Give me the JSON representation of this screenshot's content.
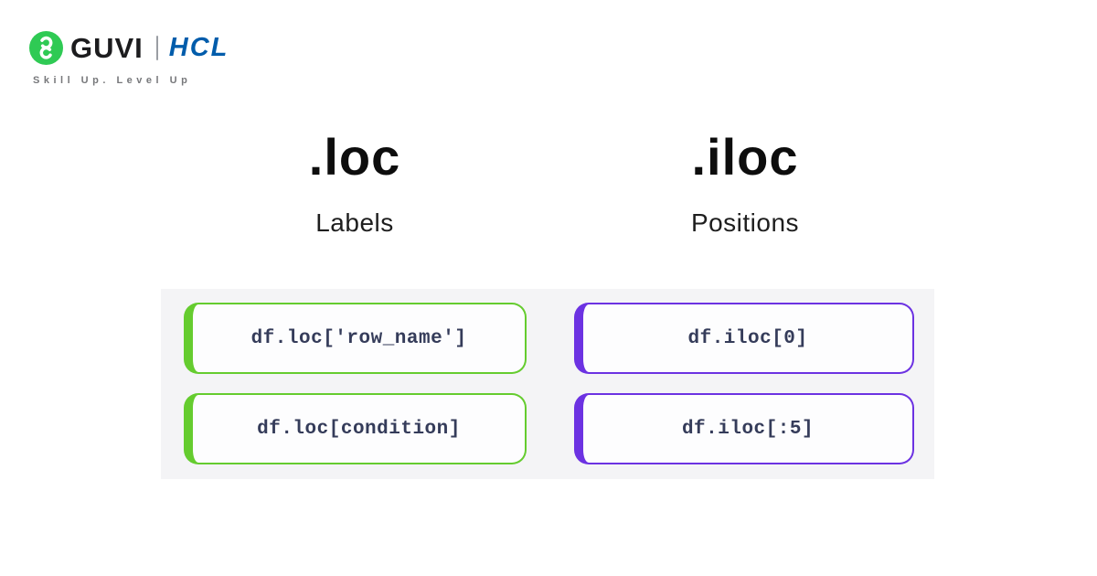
{
  "brand": {
    "guvi_label": "GUVI",
    "hcl_label": "HCL",
    "tagline": "Skill Up. Level Up",
    "guvi_icon": "guvi-rings-icon",
    "colors": {
      "guvi_icon_green": "#2fca54",
      "hcl_blue": "#005cab",
      "tagline_gray": "#77787b"
    }
  },
  "comparison": {
    "left": {
      "heading": ".loc",
      "subheading": "Labels",
      "accent_color": "#65cc2f",
      "boxes": [
        "df.loc['row_name']",
        "df.loc[condition]"
      ]
    },
    "right": {
      "heading": ".iloc",
      "subheading": "Positions",
      "accent_color": "#6c32e2",
      "boxes": [
        "df.iloc[0]",
        "df.iloc[:5]"
      ]
    }
  },
  "colors": {
    "code_text": "#353c5a",
    "panel_bg": "#f4f4f6",
    "heading_text": "#0d0d0d"
  }
}
